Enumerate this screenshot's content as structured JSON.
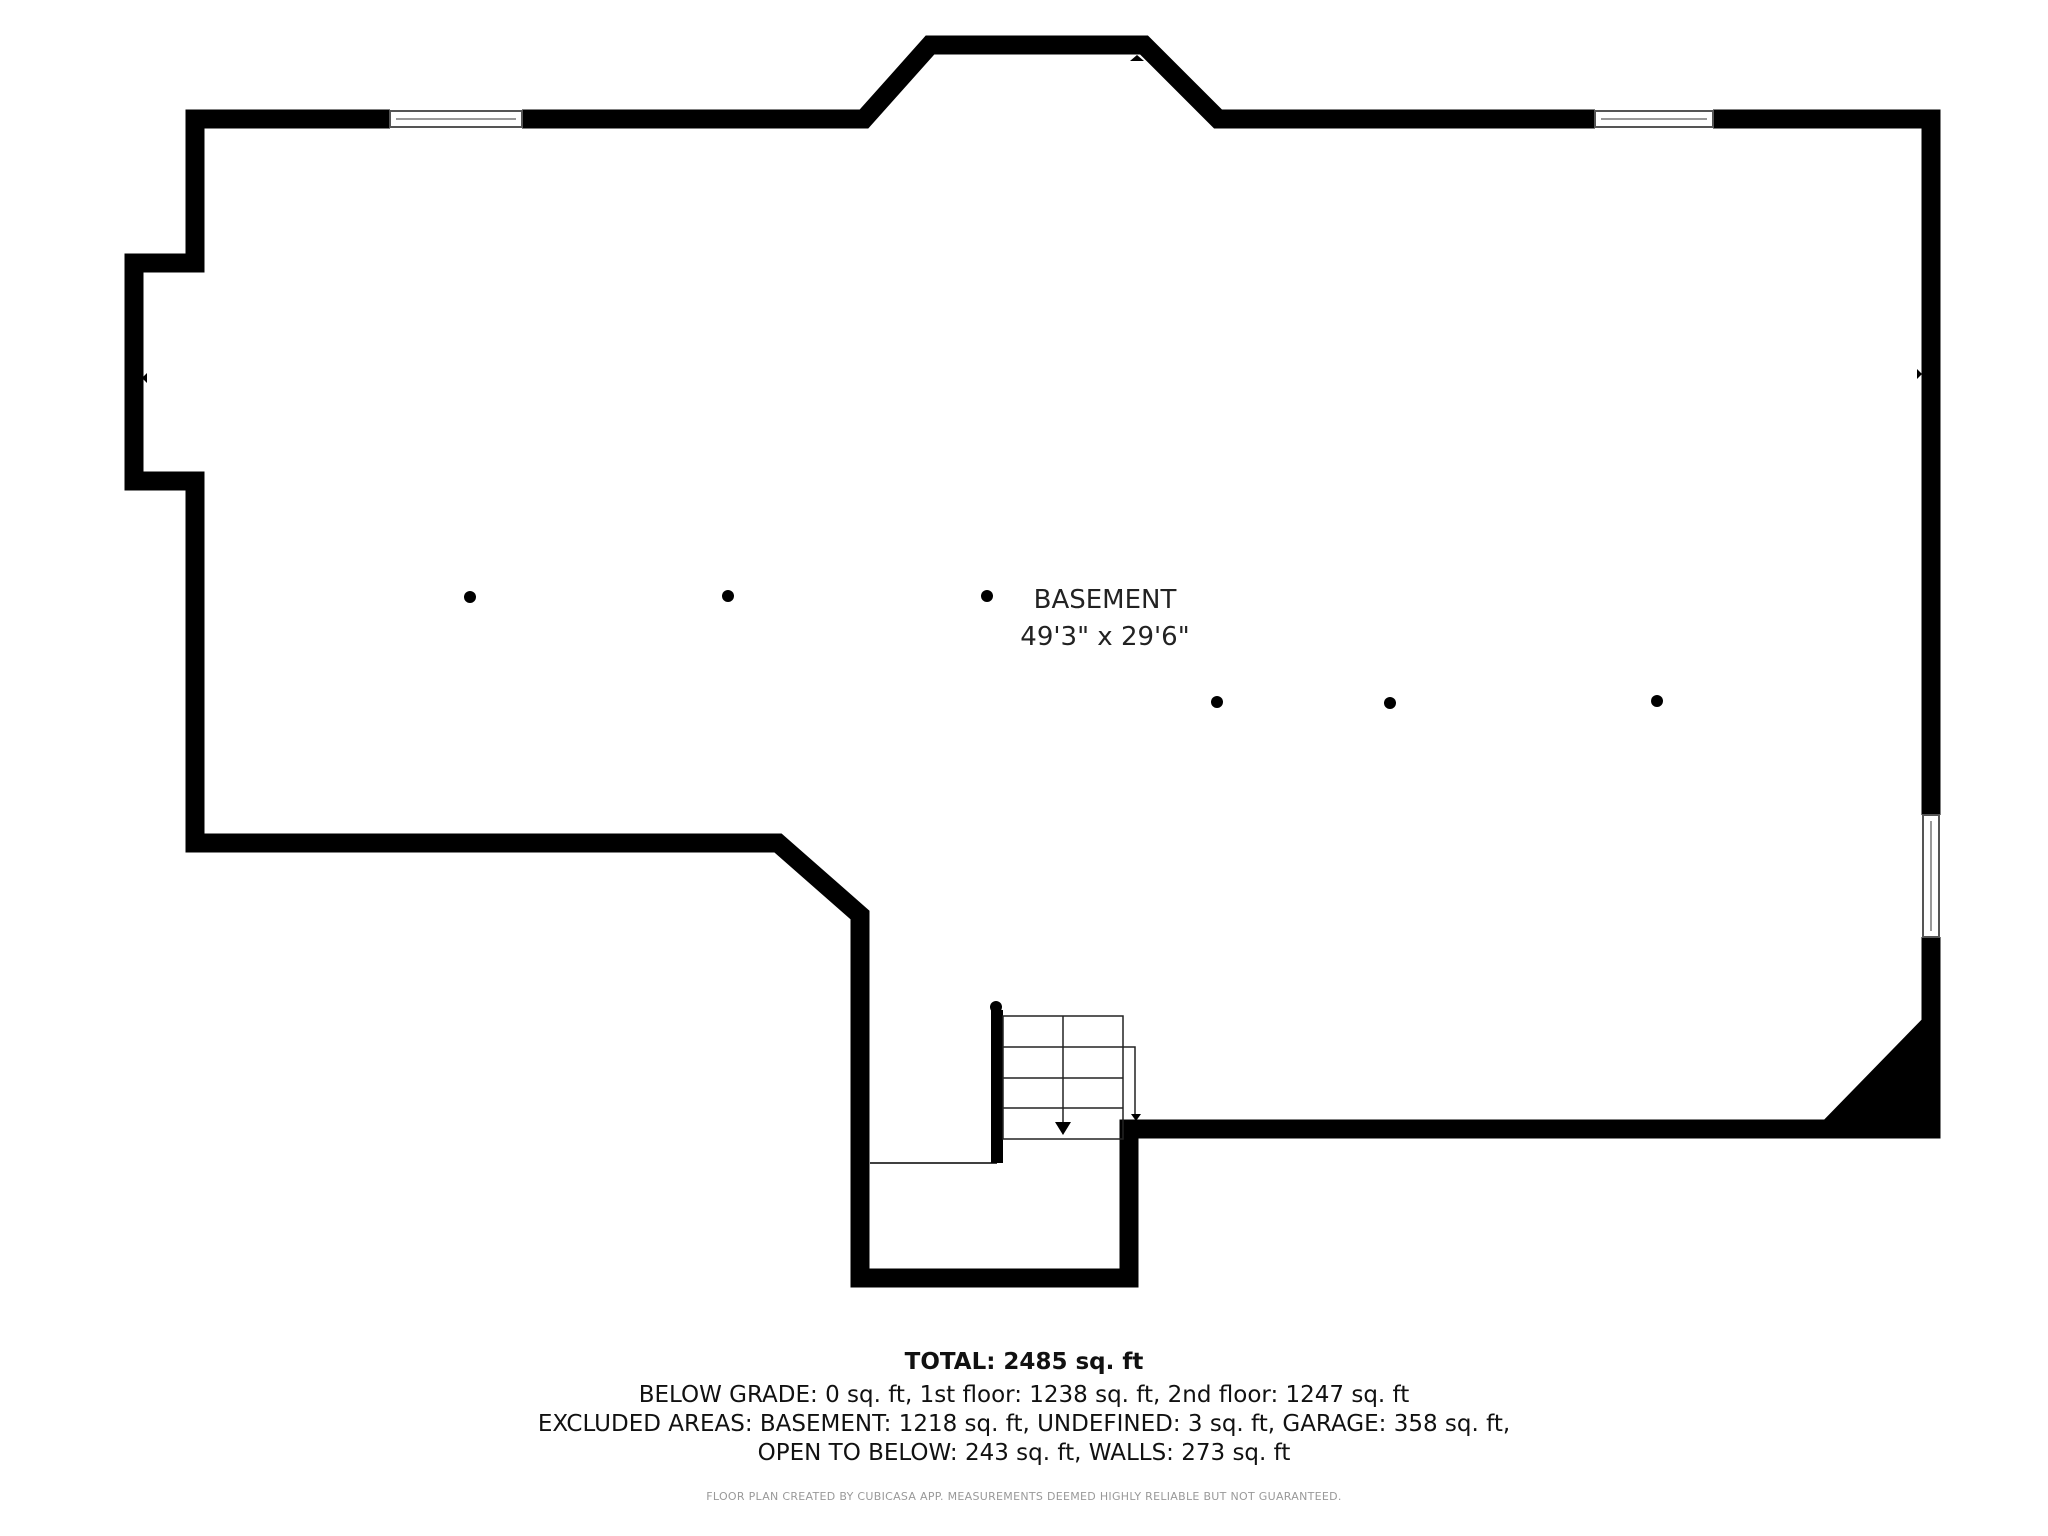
{
  "room": {
    "name": "BASEMENT",
    "dimensions": "49'3\" x 29'6\""
  },
  "totals": {
    "total": "TOTAL: 2485 sq. ft",
    "line1": "BELOW GRADE: 0 sq. ft, 1st floor: 1238 sq. ft, 2nd floor: 1247 sq. ft",
    "line2": "EXCLUDED AREAS: BASEMENT: 1218 sq. ft, UNDEFINED: 3 sq. ft, GARAGE: 358 sq. ft,",
    "line3": "OPEN TO BELOW: 243 sq. ft, WALLS: 273 sq. ft"
  },
  "footer": "FLOOR PLAN CREATED BY CUBICASA APP. MEASUREMENTS DEEMED HIGHLY RELIABLE BUT NOT GUARANTEED.",
  "colors": {
    "wall": "#000000",
    "background": "#ffffff"
  }
}
